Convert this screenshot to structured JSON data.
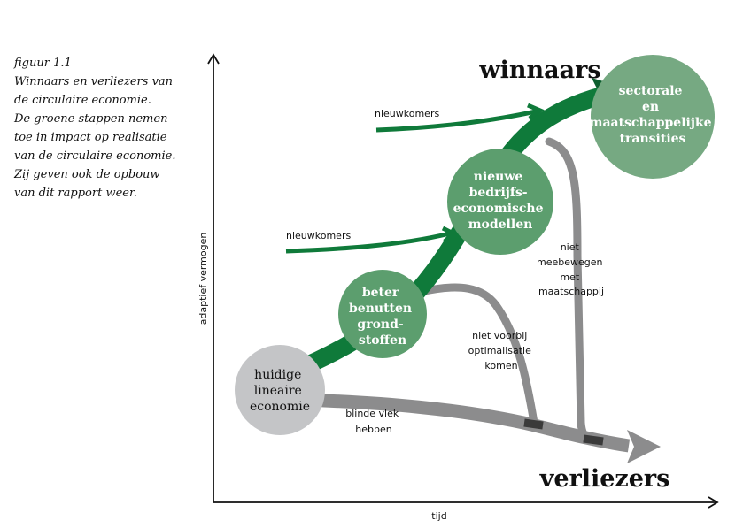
{
  "caption": [
    "figuur 1.1",
    "Winnaars en verliezers van",
    "de circulaire economie.",
    "De groene stappen nemen",
    "toe in impact op realisatie",
    "van de circulaire economie.",
    "Zij geven ook de opbouw",
    "van dit rapport weer."
  ],
  "axes": {
    "y_label": "adaptief vermogen",
    "x_label": "tijd"
  },
  "winners": "winnaars",
  "losers": "verliezers",
  "circles": {
    "current": [
      "huidige",
      "lineaire",
      "economie"
    ],
    "resources": [
      "beter",
      "benutten",
      "grond-",
      "stoffen"
    ],
    "models": [
      "nieuwe",
      "bedrijfs-",
      "economische",
      "modellen"
    ],
    "transitions": [
      "sectorale",
      "en",
      "maatschappelijke",
      "transities"
    ]
  },
  "newcomers_1": "nieuwkomers",
  "newcomers_2": "nieuwkomers",
  "blind_spot": [
    "blinde vlek",
    "hebben"
  ],
  "optimisation": [
    "niet voorbij",
    "optimalisatie",
    "komen"
  ],
  "society": [
    "niet",
    "meebewegen",
    "met",
    "maatschappij"
  ],
  "colors": {
    "dark_green": "#0f7a3a",
    "mid_green": "#5c9e6e",
    "light_green": "#76a982",
    "grey_circle": "#c4c5c7",
    "grey_path": "#8c8c8d",
    "dark_marker": "#3a3a3a"
  }
}
